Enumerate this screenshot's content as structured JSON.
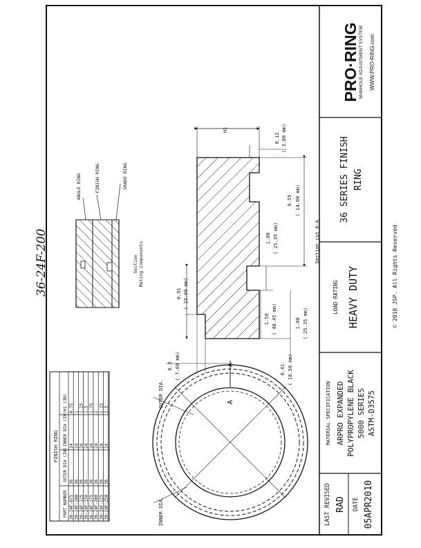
{
  "title_block": {
    "logo": "PRO·RING",
    "logo_subtitle": "MANHOLE ADJUSTMENT SYSTEM",
    "website": "WWW.PRO-RING.com",
    "product_title_line1": "36 SERIES FINISH",
    "product_title_line2": "RING",
    "load_rating_label": "LOAD RATING",
    "load_rating_value": "HEAVY DUTY",
    "material_label": "MATERIAL SPECIFICATION",
    "material_line1": "ARPRO EXPANDED",
    "material_line2": "POLYPROPYLENE BLACK",
    "material_line3": "5000 SERIES",
    "material_line4": "ASTM-D3575",
    "last_revised_label": "LAST REVISED",
    "last_revised_value": "RAD",
    "date_label": "DATE",
    "date_value": "05APR2010",
    "copyright": "© 2010 JSP.  All Rights Reserved"
  },
  "handwritten_note": "36-24F-200",
  "parts_table": {
    "title": "FINISH RING",
    "headers": [
      "PART NUMBER",
      "OUTER DIA (IN)",
      "INNER DIA (IN)",
      "H1 (IN)"
    ],
    "rows": [
      [
        "36-24F-075",
        "36",
        "24",
        "0.75"
      ],
      [
        "36-24F-100",
        "36",
        "24",
        "1"
      ],
      [
        "36-24F-125",
        "36",
        "24",
        "1.25"
      ],
      [
        "36-24F-150",
        "36",
        "24",
        "1.5"
      ],
      [
        "36-24F-175",
        "36",
        "24",
        "1.75"
      ],
      [
        "36-24F-200",
        "36",
        "24",
        "2"
      ],
      [
        "36-24F-225",
        "36",
        "24",
        "2.25"
      ],
      [
        "36-24F-250",
        "36",
        "24",
        "2.5"
      ]
    ]
  },
  "plan_view": {
    "outer_label": "OUTER DIA.",
    "inner_label": "INNER DIA.",
    "section_mark": "A"
  },
  "mating_components": {
    "angle_ring": "ANGLE RING",
    "finish_ring": "FINISH RING",
    "grade_ring": "GRADE RING",
    "caption_line1": "Section",
    "caption_line2": "Mating Components"
  },
  "section_view": {
    "caption": "Section cut A-A",
    "h1_label": "H1",
    "dims": {
      "d_012": "0.12",
      "d_012_mm": "( 3.00 mm)",
      "d_055": "0.55",
      "d_055_mm": "( 14.00 mm)",
      "d_100a": "1.00",
      "d_100a_mm": "( 25.35 mm)",
      "d_091": "0.91",
      "d_091_mm": "( 23.00 mm)",
      "d_159": "1.59",
      "d_159_mm": "( 40.45 mm)",
      "d_100b": "1.00",
      "d_100b_mm": "( 25.35 mm)",
      "d_03": "0.3",
      "d_03_mm": "( 7.60 mm)",
      "d_041": "0.41",
      "d_041_mm": "( 10.50 mm)"
    }
  }
}
